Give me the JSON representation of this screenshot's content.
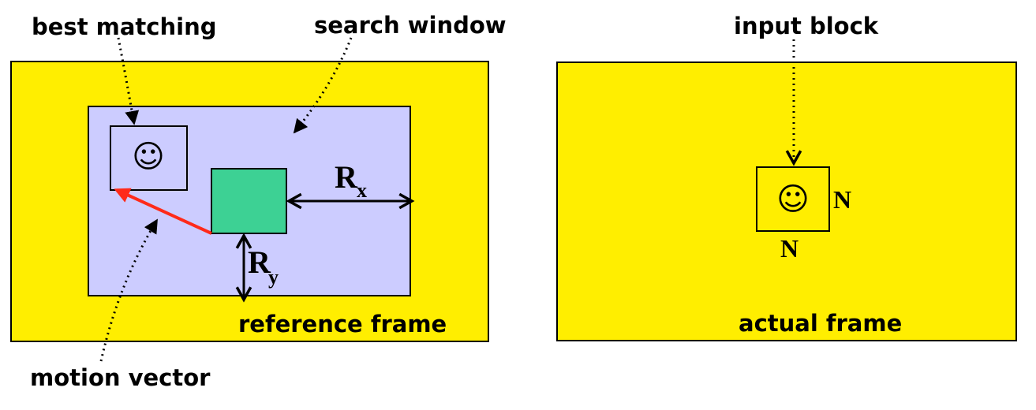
{
  "labels": {
    "best_matching": "best matching",
    "search_window": "search window",
    "motion_vector": "motion vector",
    "reference_frame": "reference frame",
    "input_block": "input block",
    "actual_frame": "actual frame",
    "rx_main": "R",
    "rx_sub": "x",
    "ry_main": "R",
    "ry_sub": "y",
    "n_right": "N",
    "n_bottom": "N",
    "smiley_glyph": "☺"
  },
  "colors": {
    "frame_fill": "#FFEE00",
    "search_window_fill": "#CCCCFF",
    "current_block_fill": "#3DD194",
    "motion_vector": "#FF2A1A",
    "outline": "#000000"
  }
}
